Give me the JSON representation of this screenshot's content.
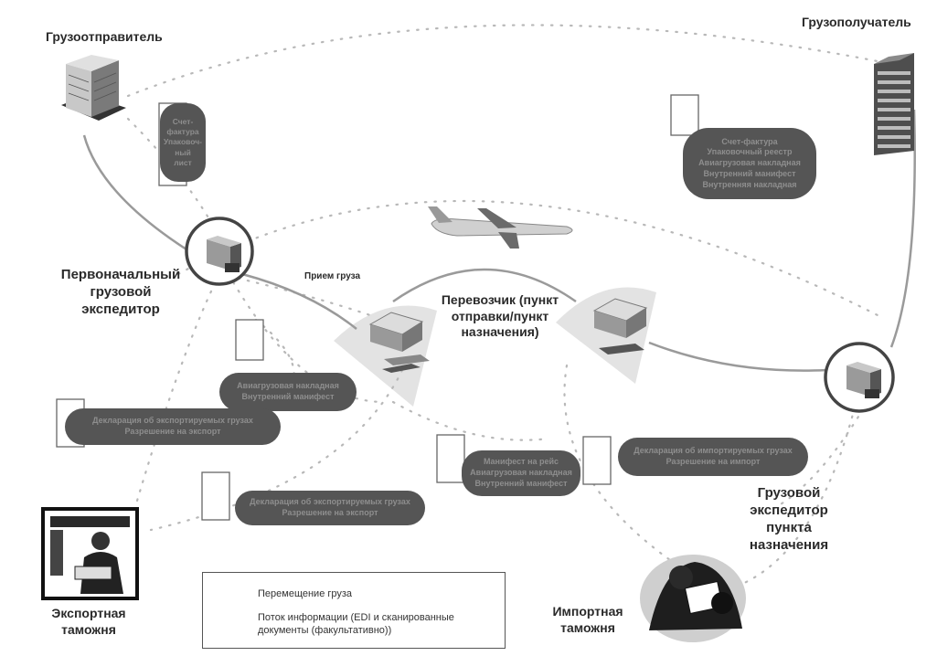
{
  "labels": {
    "shipper": "Грузоотправитель",
    "consignee": "Грузополучатель",
    "origin_forwarder": [
      "Первоначальный",
      "грузовой",
      "экспедитор"
    ],
    "carrier": [
      "Перевозчик (пункт",
      "отправки/пункт",
      "назначения)"
    ],
    "dest_forwarder": [
      "Грузовой",
      "экспедитор",
      "пункта",
      "назначения"
    ],
    "export_customs": [
      "Экспортная",
      "таможня"
    ],
    "import_customs": [
      "Импортная",
      "таможня"
    ],
    "cargo_acceptance": "Прием груза"
  },
  "documents": {
    "shipper_docs": [
      "Счет-",
      "фактура",
      "Упаковоч-",
      "ный",
      "лист"
    ],
    "consignee_docs": [
      "Счет-фактура",
      "Упаковочный реестр",
      "Авиагрузовая накладная",
      "Внутренний манифест",
      "Внутренняя накладная"
    ],
    "forwarder_docs": [
      "Авиагрузовая накладная",
      "Внутренний манифест"
    ],
    "export_decl_1": [
      "Декларация об экспортируемых грузах",
      "Разрешение на экспорт"
    ],
    "export_decl_2": [
      "Декларация об экспортируемых грузах",
      "Разрешение на экспорт"
    ],
    "carrier_docs": [
      "Манифест на рейс",
      "Авиагрузовая накладная",
      "Внутренний манифест"
    ],
    "import_decl": [
      "Декларация об импортируемых грузах",
      "Разрешение на импорт"
    ]
  },
  "legend": {
    "cargo_movement": "Перемещение груза",
    "info_flow": [
      "Поток информации (EDI и сканированные",
      "документы (факультативно))"
    ]
  },
  "colors": {
    "cargo_line": "#9a9a9a",
    "info_dots": "#bbbbbb",
    "doc_bubble": "#555555",
    "doc_text": "#8e8e8e",
    "hub_fan": "#e6e6e6"
  },
  "icons": {
    "shipper": "office-building-icon",
    "consignee": "tower-building-icon",
    "truck": "truck-icon",
    "airplane": "airplane-icon",
    "warehouse": "warehouse-icon",
    "export_customs": "customs-officer-icon",
    "import_customs": "customs-inspector-icon",
    "document": "document-icon"
  }
}
